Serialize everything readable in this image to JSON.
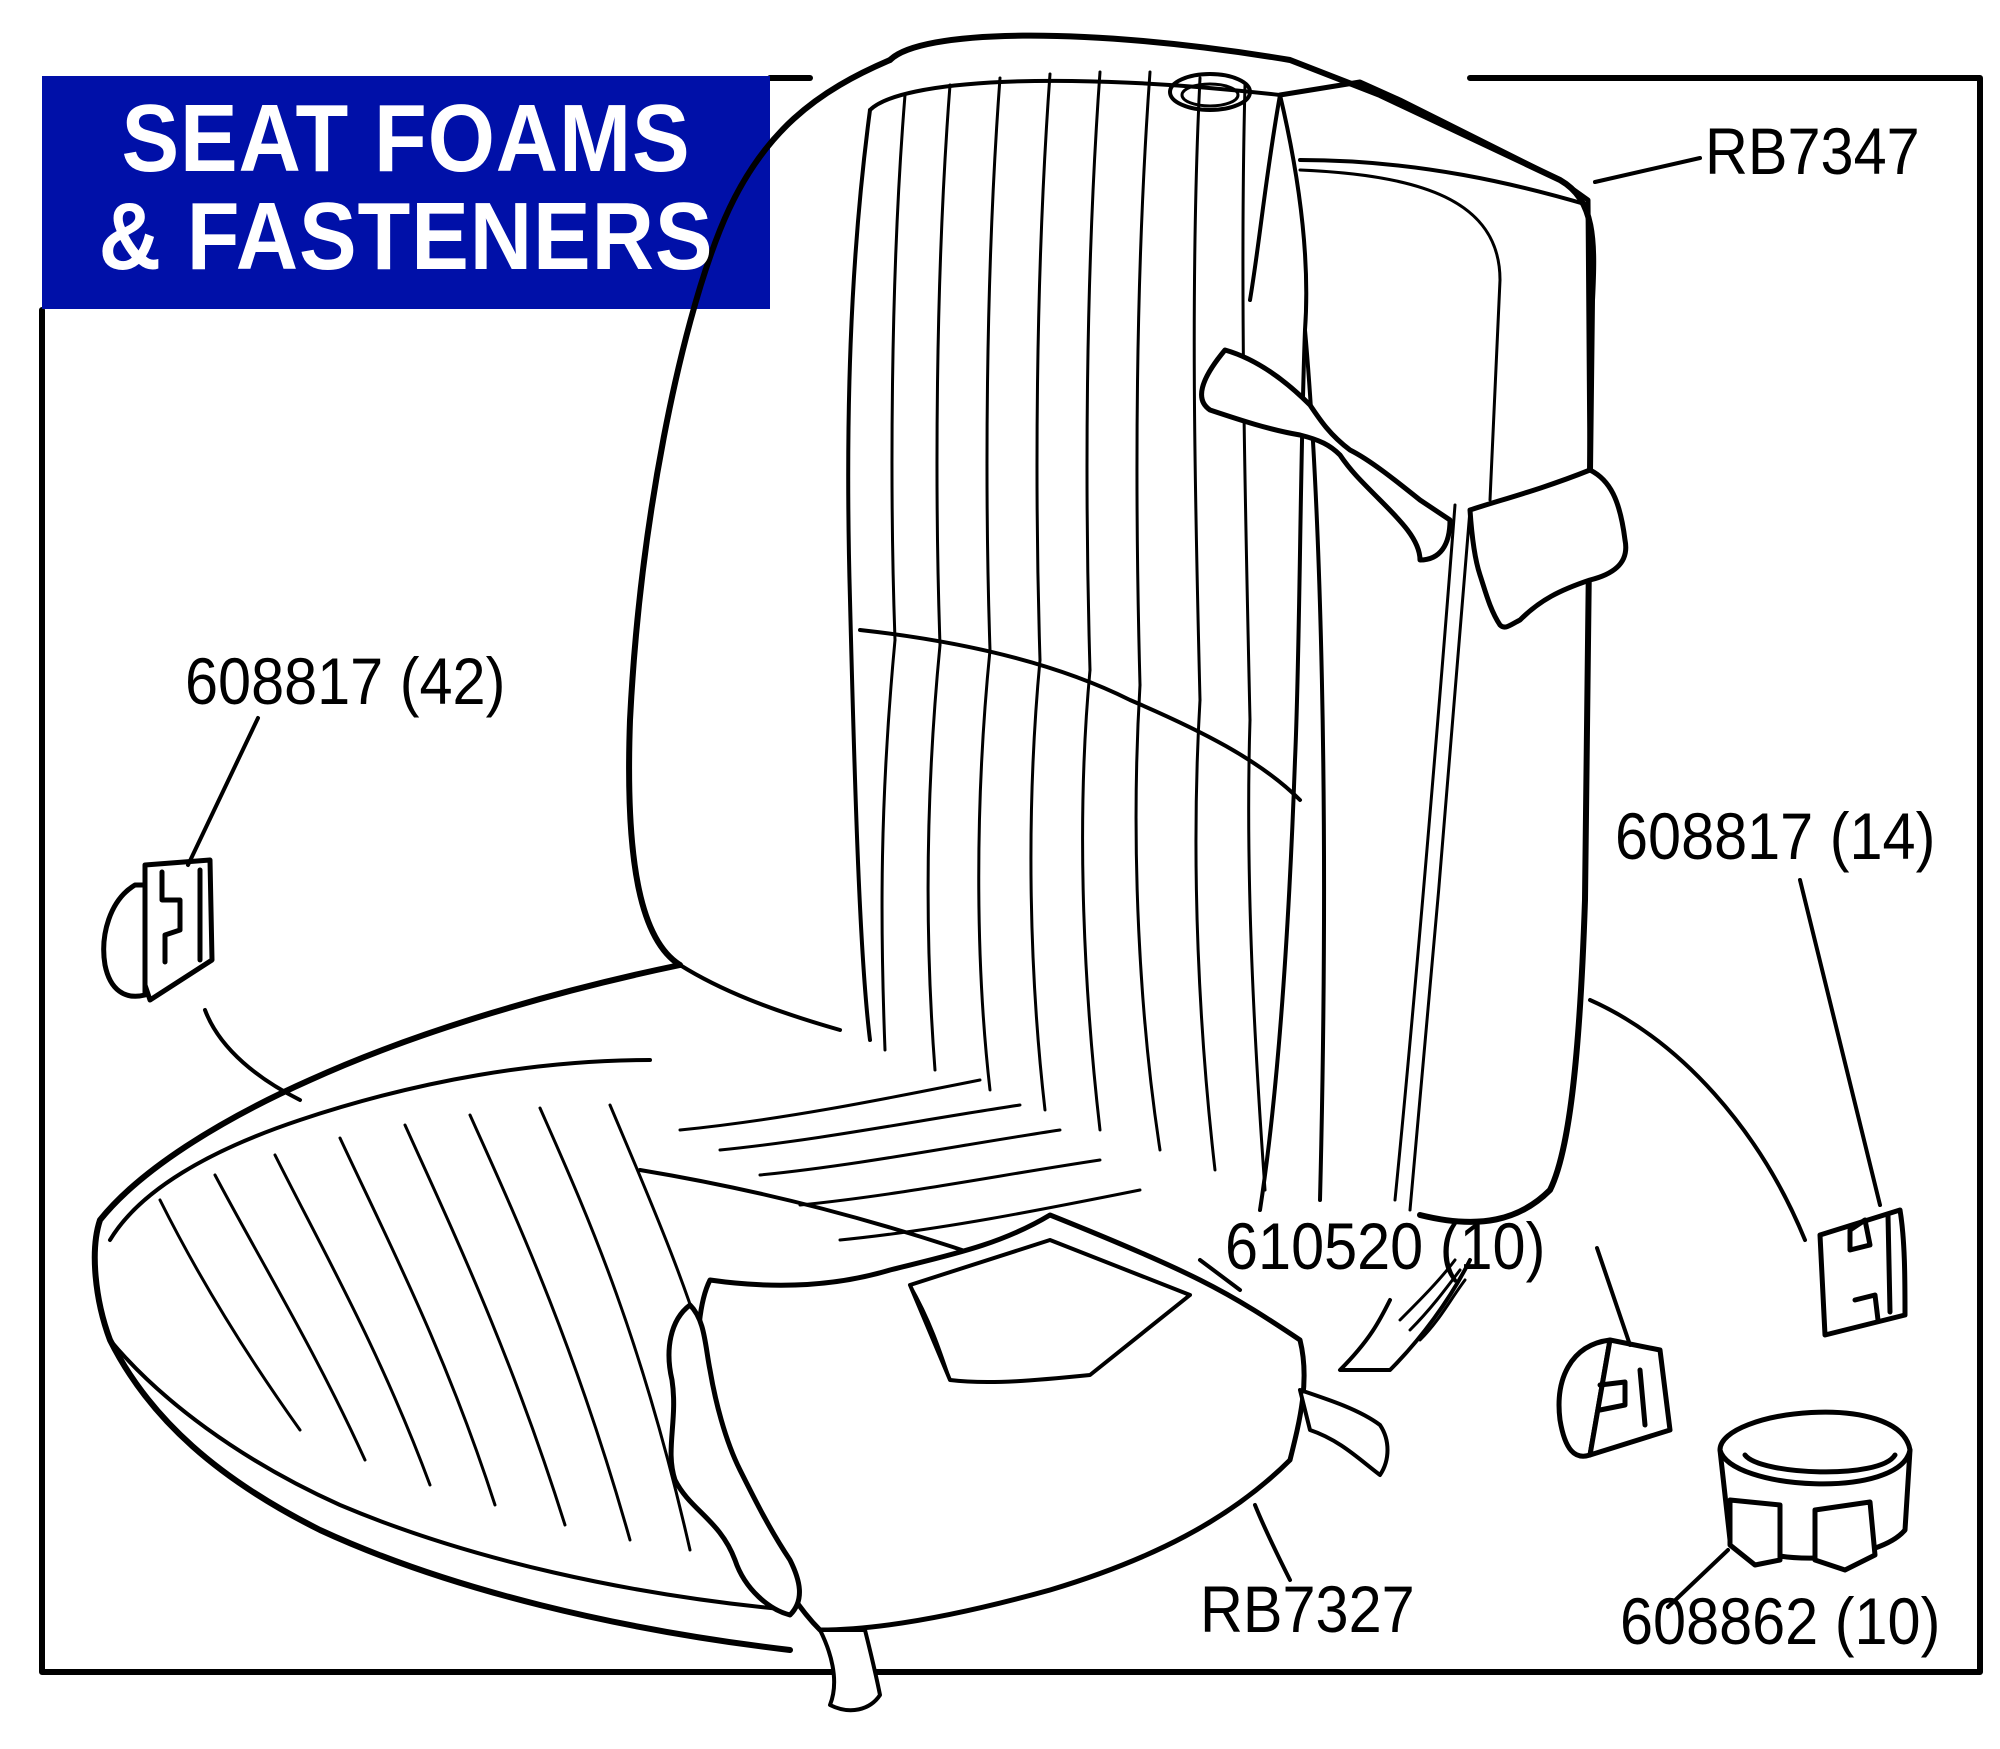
{
  "title": {
    "line1": "SEAT FOAMS",
    "line2": "& FASTENERS",
    "background_color": "#0010A8",
    "text_color": "#FFFFFF"
  },
  "callouts": {
    "backrest_foam": "RB7347",
    "clip_left": "608817 (42)",
    "clip_right": "608817 (14)",
    "fastener_round": "610520 (10)",
    "cushion_foam": "RB7327",
    "ring_clip": "608862 (10)"
  },
  "colors": {
    "line": "#000000",
    "paper": "#FFFFFF"
  }
}
